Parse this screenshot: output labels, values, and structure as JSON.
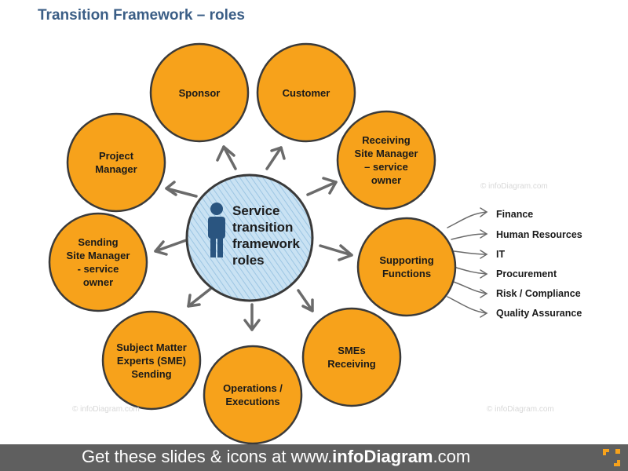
{
  "title": "Transition Framework – roles",
  "center_label": "Service\ntransition\nframework\nroles",
  "nodes": {
    "sponsor": "Sponsor",
    "customer": "Customer",
    "receiving_site_manager": "Receiving\nSite Manager\n– service\nowner",
    "supporting_functions": "Supporting\nFunctions",
    "smes_receiving": "SMEs\nReceiving",
    "operations": "Operations /\nExecutions",
    "sme_sending": "Subject Matter\nExperts (SME)\nSending",
    "sending_site_manager": "Sending\nSite Manager\n- service\nowner",
    "project_manager": "Project\nManager"
  },
  "supporting_functions_list": [
    "Finance",
    "Human Resources",
    "IT",
    "Procurement",
    "Risk / Compliance",
    "Quality Assurance"
  ],
  "watermark": "© infoDiagram.com",
  "footer": {
    "prefix": "Get these slides & icons at www.",
    "brand": "infoDiagram",
    "suffix": ".com"
  },
  "colors": {
    "circle_fill": "#f7a21b",
    "circle_stroke": "#3a3a3a",
    "center_fill": "#b8d8ee",
    "title": "#3b5e86",
    "footer_bg": "#5f5f5f",
    "brand_accent": "#f7a21b"
  },
  "icons": [
    "person-icon",
    "arrow-icon",
    "infodiagram-logo-icon"
  ]
}
